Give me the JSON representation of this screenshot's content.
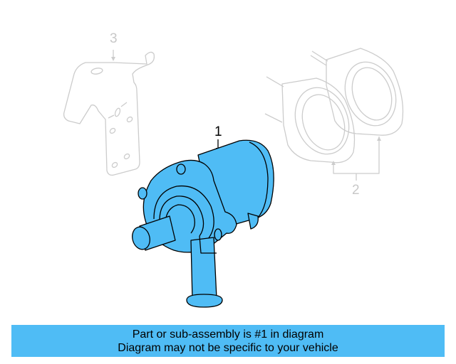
{
  "diagram": {
    "callouts": [
      {
        "number": "1",
        "part": "highlighted-pump-assembly",
        "highlighted": true
      },
      {
        "number": "2",
        "part": "pair-of-mounts",
        "highlighted": false
      },
      {
        "number": "3",
        "part": "bracket",
        "highlighted": false
      }
    ],
    "colors": {
      "highlight_fill": "#4fbcf5",
      "highlight_stroke": "#000000",
      "ghost_stroke": "#cccccc",
      "banner_bg": "#4fbcf5"
    }
  },
  "banner": {
    "line1": "Part or sub-assembly is #1 in diagram",
    "line2": "Diagram may not be specific to your vehicle"
  }
}
